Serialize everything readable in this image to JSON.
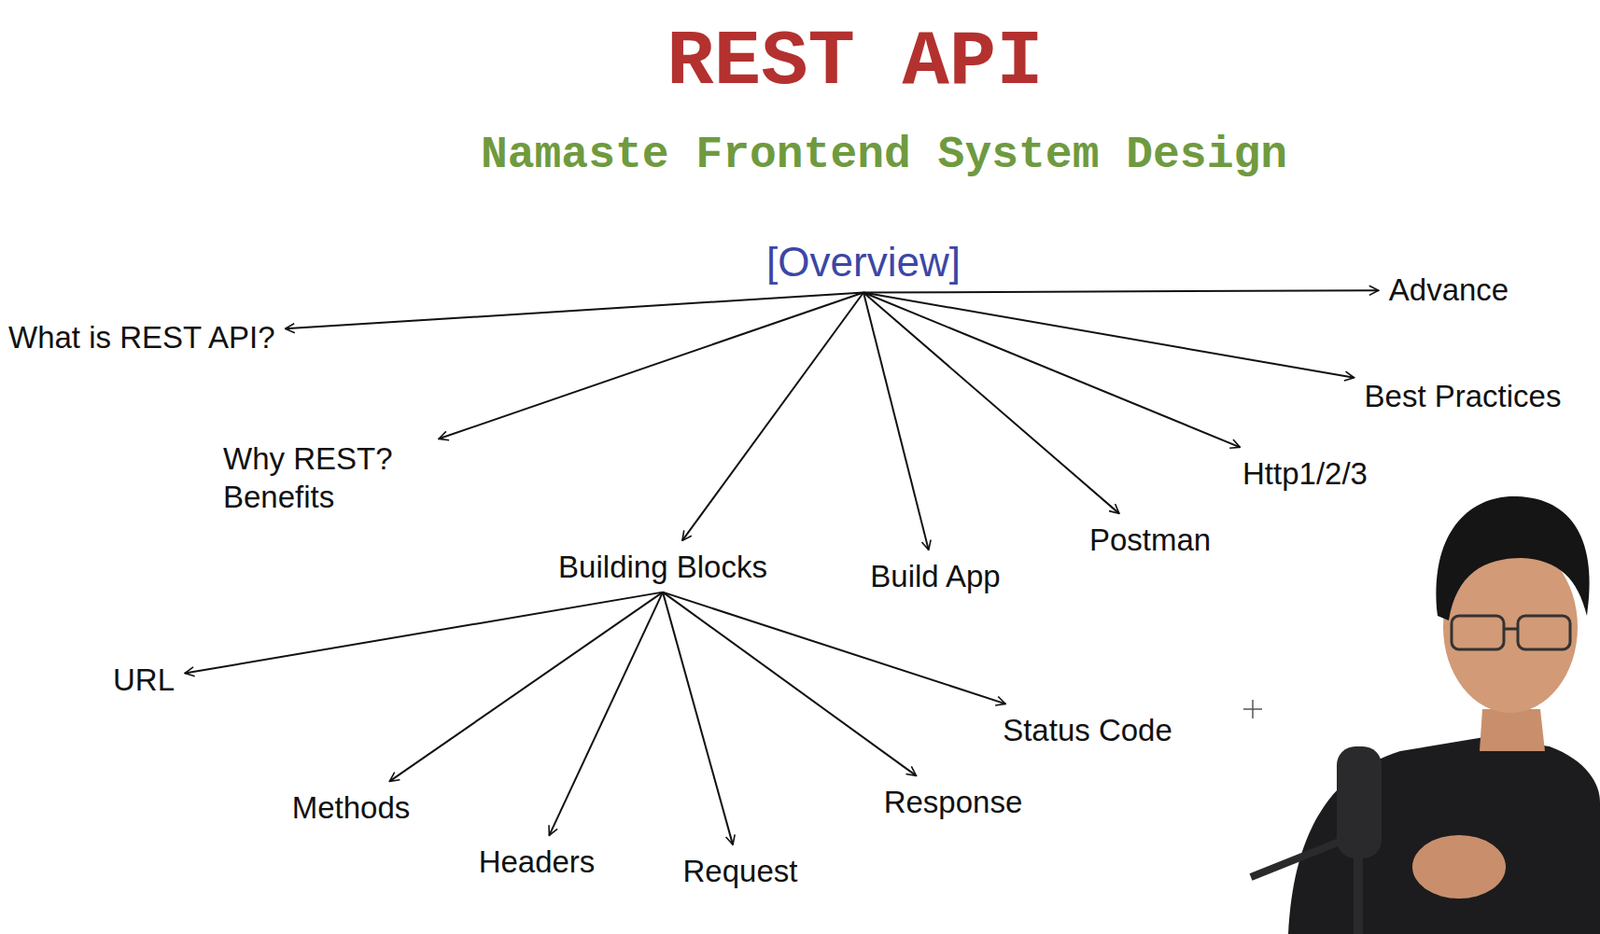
{
  "diagram": {
    "title": "REST API",
    "nodes": [
      {
        "text": [
          "[Overview]"
        ]
      },
      {
        "text": [
          "What is REST API?"
        ]
      },
      {
        "text": [
          "Why REST? Benefits"
        ]
      },
      {
        "text": [
          "Building Blocks"
        ]
      },
      {
        "text": [
          "Build App"
        ]
      },
      {
        "text": [
          "Postman"
        ]
      },
      {
        "text": [
          "Http1/2/3"
        ]
      },
      {
        "text": [
          "Best Practices"
        ]
      },
      {
        "text": [
          "Advance"
        ]
      },
      {
        "text": [
          "URL"
        ]
      },
      {
        "text": [
          "Methods"
        ]
      },
      {
        "text": [
          "Headers"
        ]
      },
      {
        "text": [
          "Request"
        ]
      },
      {
        "text": [
          "Response"
        ]
      },
      {
        "text": [
          "Status Code"
        ]
      }
    ],
    "edges": [
      {
        "from": 0,
        "to": 1,
        "arrow": "to"
      },
      {
        "from": 0,
        "to": 2,
        "arrow": "to"
      },
      {
        "from": 0,
        "to": 3,
        "arrow": "to"
      },
      {
        "from": 0,
        "to": 4,
        "arrow": "to"
      },
      {
        "from": 0,
        "to": 5,
        "arrow": "to"
      },
      {
        "from": 0,
        "to": 6,
        "arrow": "to"
      },
      {
        "from": 0,
        "to": 7,
        "arrow": "to"
      },
      {
        "from": 0,
        "to": 8,
        "arrow": "to"
      },
      {
        "from": 3,
        "to": 9,
        "arrow": "to"
      },
      {
        "from": 3,
        "to": 10,
        "arrow": "to"
      },
      {
        "from": 3,
        "to": 11,
        "arrow": "to"
      },
      {
        "from": 3,
        "to": 12,
        "arrow": "to"
      },
      {
        "from": 3,
        "to": 13,
        "arrow": "to"
      },
      {
        "from": 3,
        "to": 14,
        "arrow": "to"
      }
    ],
    "labels": [
      "Namaste Frontend System Design"
    ]
  }
}
